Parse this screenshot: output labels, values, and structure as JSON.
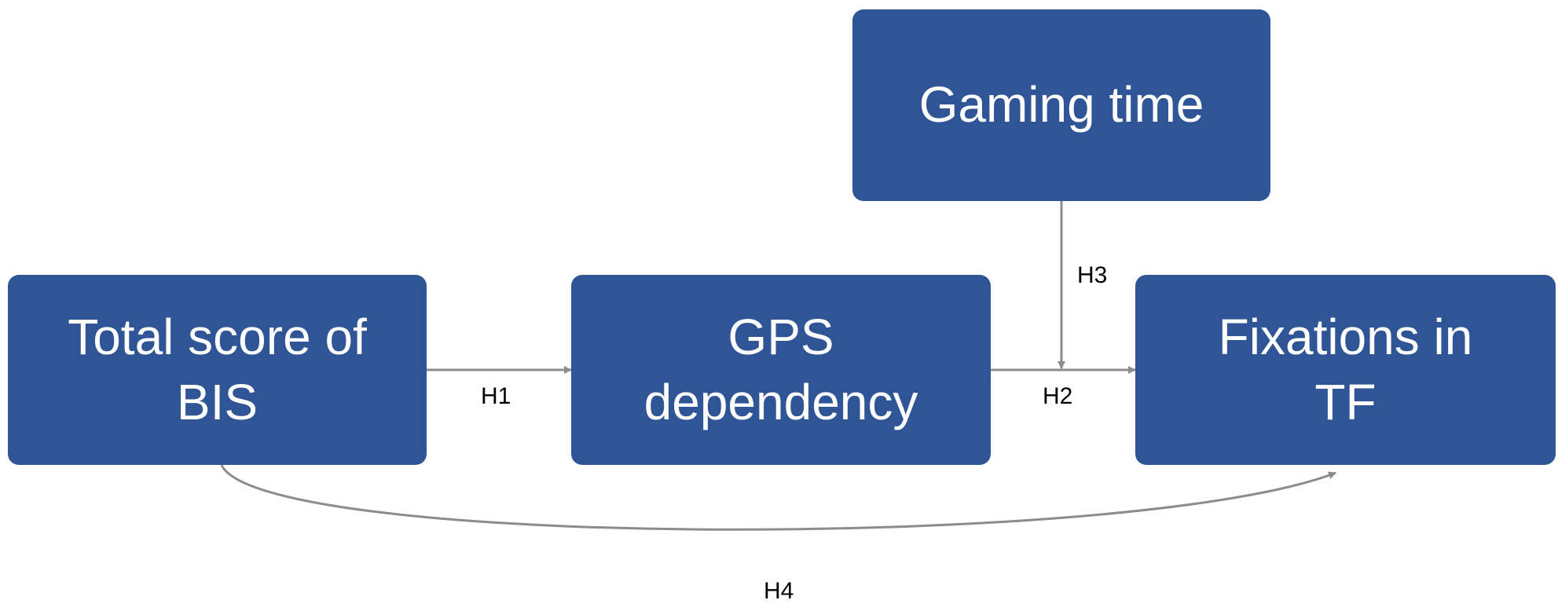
{
  "nodes": {
    "gaming_time": "Gaming time",
    "total_score_bis": "Total score of\nBIS",
    "gps_dependency": "GPS\ndependency",
    "fixations_tf": "Fixations in\nTF"
  },
  "edges": {
    "h1": "H1",
    "h2": "H2",
    "h3": "H3",
    "h4": "H4"
  },
  "colors": {
    "node_fill": "#2f5597",
    "node_text": "#ffffff",
    "arrow": "#8c8c8c"
  }
}
